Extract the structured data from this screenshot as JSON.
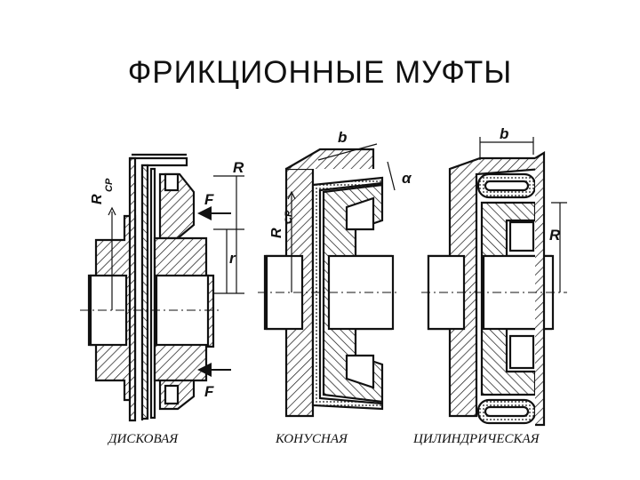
{
  "slide": {
    "title": "ФРИКЦИОННЫЕ МУФТЫ"
  },
  "figures": {
    "disc": {
      "caption": "ДИСКОВАЯ",
      "labels": {
        "radius_avg": "R",
        "radius_avg_sub": "CP",
        "radius_outer": "R",
        "radius_inner": "r",
        "force_top": "F",
        "force_bottom": "F"
      }
    },
    "cone": {
      "caption": "КОНУСНАЯ",
      "labels": {
        "width": "b",
        "angle": "α",
        "radius_avg": "R",
        "radius_avg_sub": "CP"
      }
    },
    "cylinder": {
      "caption": "ЦИЛИНДРИЧЕСКАЯ",
      "labels": {
        "width": "b",
        "radius": "R"
      }
    }
  }
}
